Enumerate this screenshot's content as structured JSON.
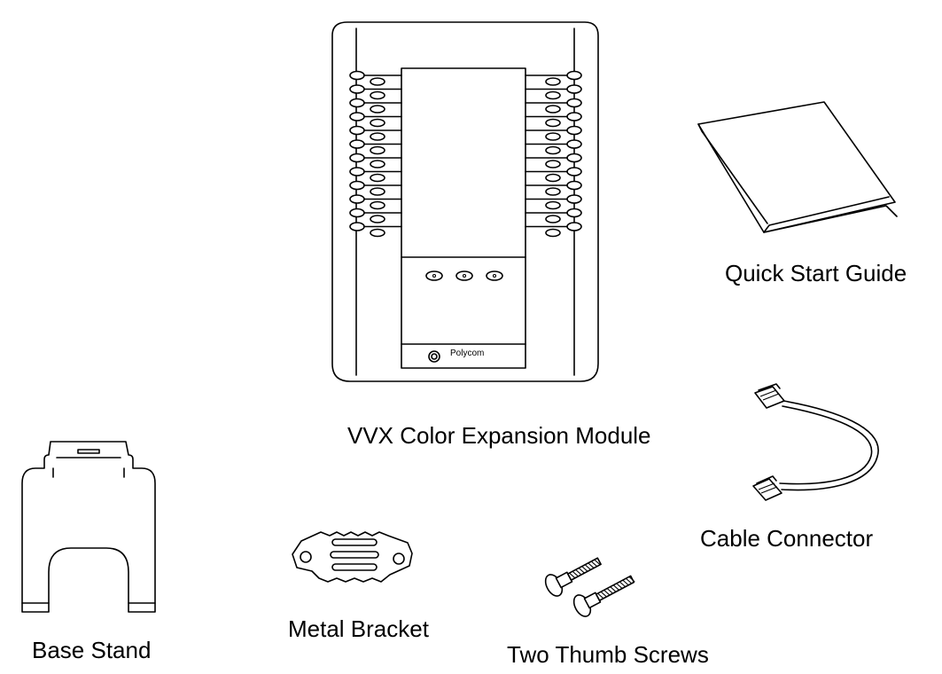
{
  "items": {
    "module": {
      "label": "VVX Color Expansion Module",
      "logo": "Polycom"
    },
    "guide": {
      "label": "Quick Start Guide"
    },
    "cable": {
      "label": "Cable Connector"
    },
    "stand": {
      "label": "Base Stand"
    },
    "bracket": {
      "label": "Metal Bracket"
    },
    "screws": {
      "label": "Two Thumb Screws"
    }
  }
}
